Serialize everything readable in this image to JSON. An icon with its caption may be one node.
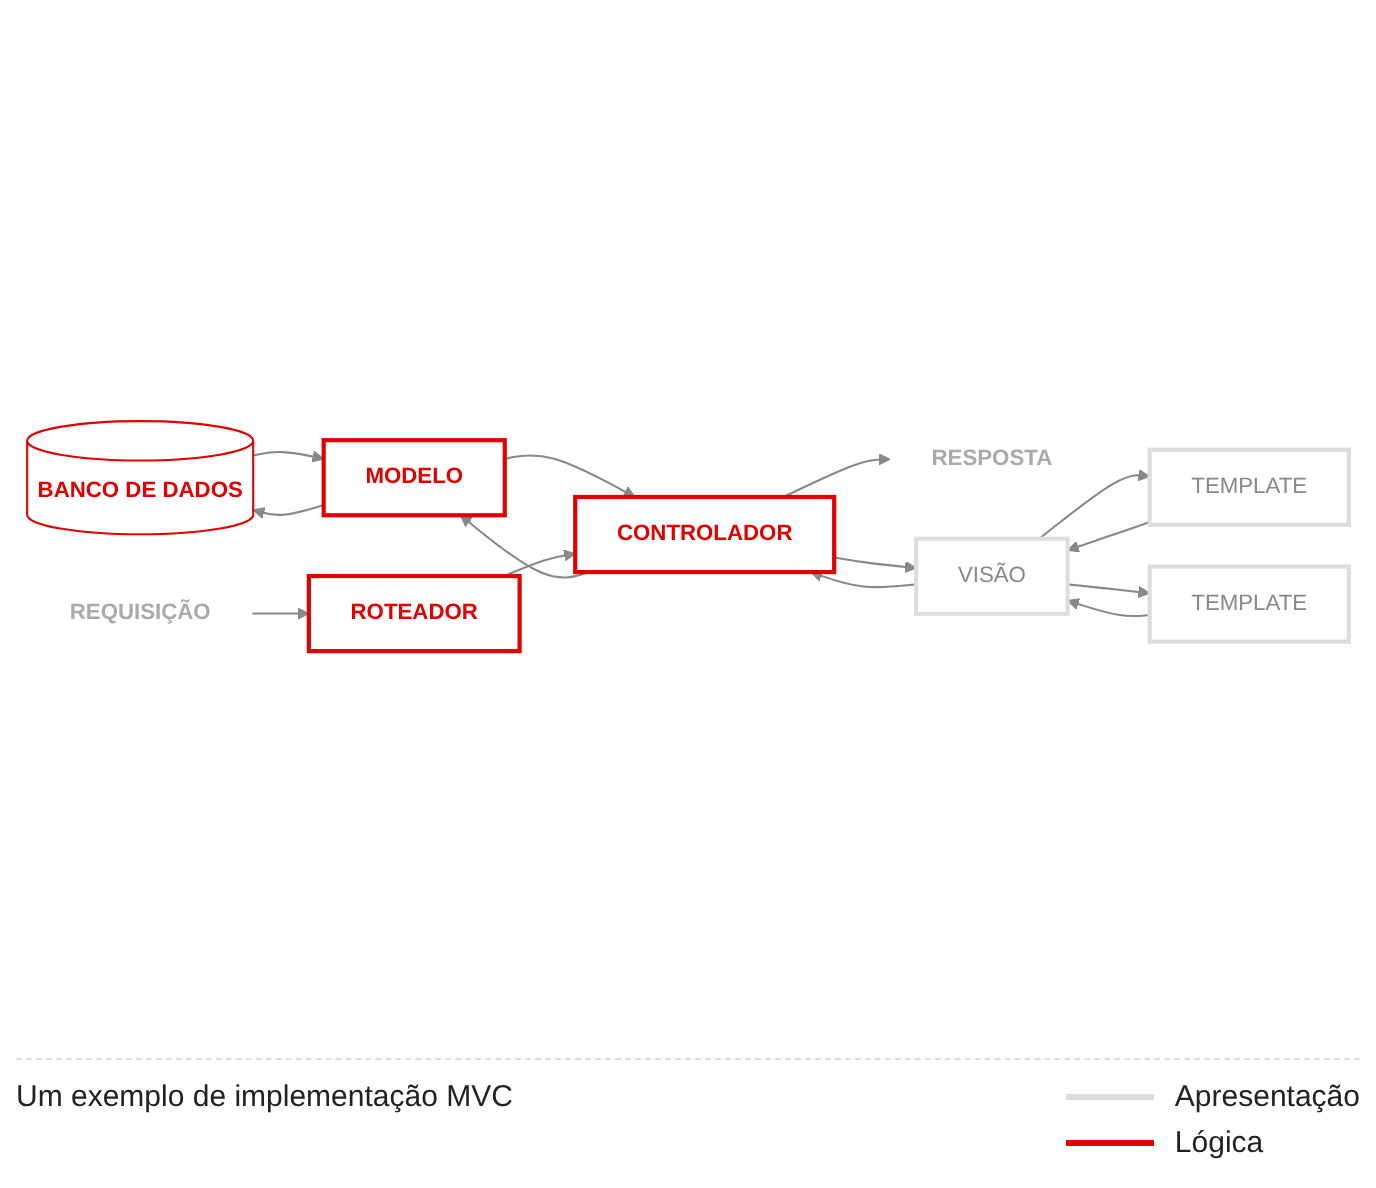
{
  "diagram": {
    "caption": "Um exemplo de implementação MVC",
    "nodes": [
      {
        "text": [
          "BANCO DE DADOS"
        ]
      },
      {
        "text": [
          "MODELO"
        ]
      },
      {
        "text": [
          "REQUISIÇÃO"
        ]
      },
      {
        "text": [
          "ROTEADOR"
        ]
      },
      {
        "text": [
          "CONTROLADOR"
        ]
      },
      {
        "text": [
          "RESPOSTA"
        ]
      },
      {
        "text": [
          "VISÃO"
        ]
      },
      {
        "text": [
          "TEMPLATE"
        ]
      },
      {
        "text": [
          "TEMPLATE"
        ]
      }
    ],
    "edges": [
      {
        "from": 1,
        "to": 0,
        "arrow": "to"
      },
      {
        "from": 0,
        "to": 1,
        "arrow": "to"
      },
      {
        "from": 4,
        "to": 1,
        "arrow": "to"
      },
      {
        "from": 1,
        "to": 4,
        "arrow": "to"
      },
      {
        "from": 2,
        "to": 3,
        "arrow": "to"
      },
      {
        "from": 3,
        "to": 4,
        "arrow": "to"
      },
      {
        "from": 4,
        "to": 5,
        "arrow": "to"
      },
      {
        "from": 4,
        "to": 6,
        "arrow": "to"
      },
      {
        "from": 6,
        "to": 4,
        "arrow": "to"
      },
      {
        "from": 6,
        "to": 7,
        "arrow": "to"
      },
      {
        "from": 7,
        "to": 6,
        "arrow": "to"
      },
      {
        "from": 6,
        "to": 8,
        "arrow": "to"
      },
      {
        "from": 8,
        "to": 6,
        "arrow": "to"
      }
    ],
    "legend": [
      {
        "text": "Apresentação"
      },
      {
        "text": "Lógica"
      }
    ]
  }
}
